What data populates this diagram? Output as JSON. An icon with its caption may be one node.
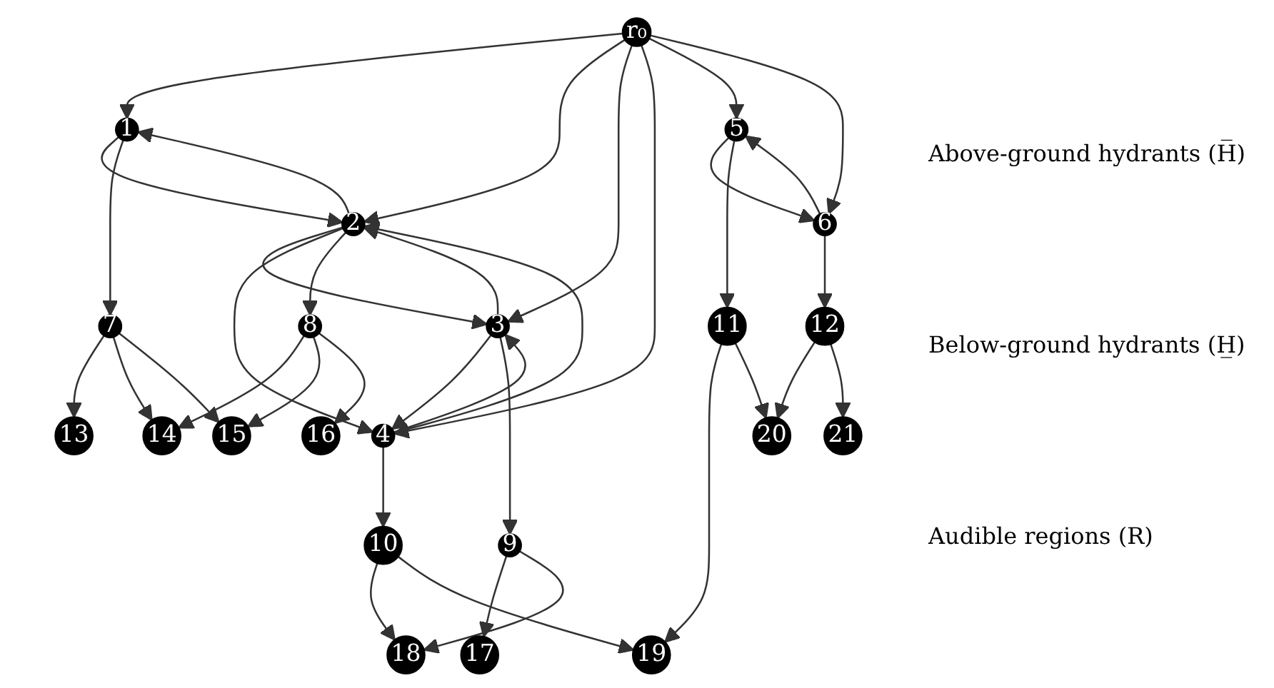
{
  "diagram": {
    "nodes": [
      {
        "text": [
          "r₀"
        ]
      },
      {
        "text": [
          "1"
        ]
      },
      {
        "text": [
          "2"
        ]
      },
      {
        "text": [
          "3"
        ]
      },
      {
        "text": [
          "4"
        ]
      },
      {
        "text": [
          "5"
        ]
      },
      {
        "text": [
          "6"
        ]
      },
      {
        "text": [
          "7"
        ]
      },
      {
        "text": [
          "8"
        ]
      },
      {
        "text": [
          "9"
        ]
      },
      {
        "text": [
          "10"
        ]
      },
      {
        "text": [
          "11"
        ]
      },
      {
        "text": [
          "12"
        ]
      },
      {
        "text": [
          "13"
        ]
      },
      {
        "text": [
          "14"
        ]
      },
      {
        "text": [
          "15"
        ]
      },
      {
        "text": [
          "16"
        ]
      },
      {
        "text": [
          "17"
        ]
      },
      {
        "text": [
          "18"
        ]
      },
      {
        "text": [
          "19"
        ]
      },
      {
        "text": [
          "20"
        ]
      },
      {
        "text": [
          "21"
        ]
      }
    ],
    "edges": [
      {
        "from": 0,
        "to": 1,
        "arrow": "to"
      },
      {
        "from": 0,
        "to": 2,
        "arrow": "to"
      },
      {
        "from": 0,
        "to": 3,
        "arrow": "to"
      },
      {
        "from": 0,
        "to": 4,
        "arrow": "to"
      },
      {
        "from": 0,
        "to": 5,
        "arrow": "to"
      },
      {
        "from": 0,
        "to": 6,
        "arrow": "to"
      },
      {
        "from": 1,
        "to": 2,
        "arrow": "to"
      },
      {
        "from": 2,
        "to": 1,
        "arrow": "to"
      },
      {
        "from": 2,
        "to": 3,
        "arrow": "to"
      },
      {
        "from": 3,
        "to": 2,
        "arrow": "to"
      },
      {
        "from": 3,
        "to": 4,
        "arrow": "to"
      },
      {
        "from": 4,
        "to": 3,
        "arrow": "to"
      },
      {
        "from": 2,
        "to": 4,
        "arrow": "to"
      },
      {
        "from": 4,
        "to": 2,
        "arrow": "to"
      },
      {
        "from": 5,
        "to": 6,
        "arrow": "to"
      },
      {
        "from": 6,
        "to": 5,
        "arrow": "to"
      },
      {
        "from": 1,
        "to": 7,
        "arrow": "to"
      },
      {
        "from": 2,
        "to": 8,
        "arrow": "to"
      },
      {
        "from": 3,
        "to": 9,
        "arrow": "to"
      },
      {
        "from": 4,
        "to": 10,
        "arrow": "to"
      },
      {
        "from": 5,
        "to": 11,
        "arrow": "to"
      },
      {
        "from": 6,
        "to": 12,
        "arrow": "to"
      },
      {
        "from": 7,
        "to": 13,
        "arrow": "to"
      },
      {
        "from": 7,
        "to": 14,
        "arrow": "to"
      },
      {
        "from": 7,
        "to": 15,
        "arrow": "to"
      },
      {
        "from": 8,
        "to": 14,
        "arrow": "to"
      },
      {
        "from": 8,
        "to": 15,
        "arrow": "to"
      },
      {
        "from": 8,
        "to": 16,
        "arrow": "to"
      },
      {
        "from": 9,
        "to": 17,
        "arrow": "to"
      },
      {
        "from": 9,
        "to": 18,
        "arrow": "to"
      },
      {
        "from": 10,
        "to": 18,
        "arrow": "to"
      },
      {
        "from": 10,
        "to": 19,
        "arrow": "to"
      },
      {
        "from": 11,
        "to": 19,
        "arrow": "to"
      },
      {
        "from": 11,
        "to": 20,
        "arrow": "to"
      },
      {
        "from": 12,
        "to": 20,
        "arrow": "to"
      },
      {
        "from": 12,
        "to": 21,
        "arrow": "to"
      }
    ],
    "labels": [
      "Above-ground hydrants (H̅)",
      "Below-ground hydrants (H̲)",
      "Audible regions (R)"
    ]
  }
}
